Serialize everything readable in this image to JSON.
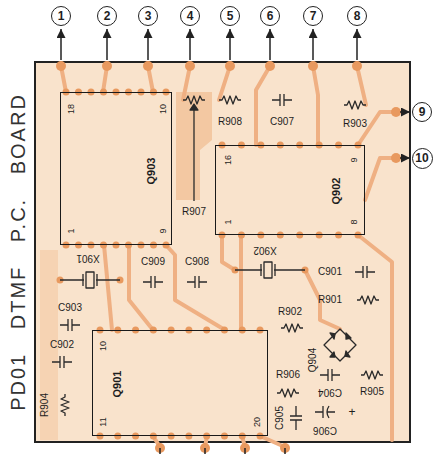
{
  "diagram": {
    "title": "PD01 DTMF P.C. BOARD",
    "nodes": [
      {
        "text": [
          "1"
        ]
      },
      {
        "text": [
          "2"
        ]
      },
      {
        "text": [
          "3"
        ]
      },
      {
        "text": [
          "4"
        ]
      },
      {
        "text": [
          "5"
        ]
      },
      {
        "text": [
          "6"
        ]
      },
      {
        "text": [
          "7"
        ]
      },
      {
        "text": [
          "8"
        ]
      },
      {
        "text": [
          "9"
        ]
      },
      {
        "text": [
          "10"
        ]
      },
      {
        "text": [
          "Q903",
          "18",
          "10",
          "1",
          "9"
        ]
      },
      {
        "text": [
          "Q902",
          "16",
          "9",
          "1",
          "8"
        ]
      },
      {
        "text": [
          "Q901",
          "10",
          "11",
          "20"
        ]
      }
    ],
    "labels": [
      "R907",
      "R908",
      "C907",
      "R903",
      "X902",
      "C909",
      "C908",
      "C901",
      "R901",
      "X901",
      "C903",
      "C902",
      "R904",
      "R902",
      "Q904",
      "R906",
      "C904",
      "R905",
      "C905",
      "C906",
      "+"
    ]
  }
}
